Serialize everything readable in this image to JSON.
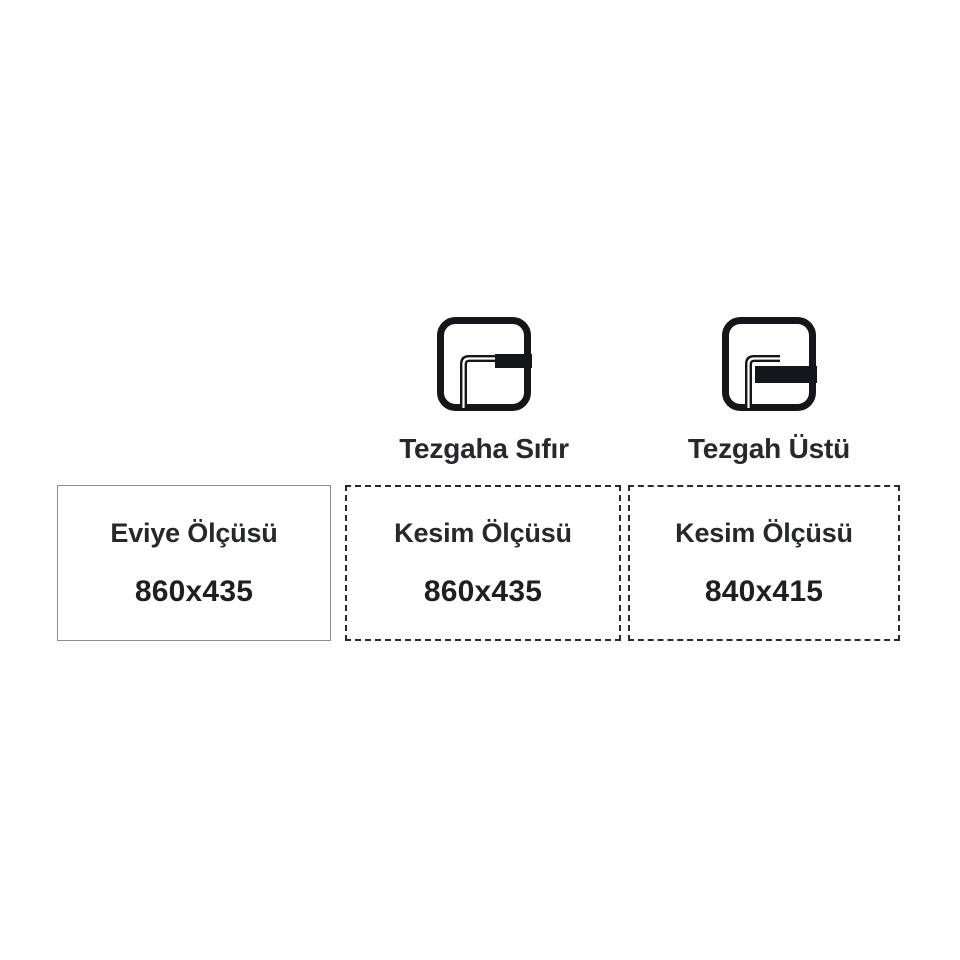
{
  "page": {
    "background_color": "#fefefe",
    "text_color": "#26282b"
  },
  "mounting_options": [
    {
      "id": "flush-mount",
      "icon_name": "flush-mount-sink-icon",
      "caption": "Tezgaha Sıfır",
      "cut_box": {
        "title": "Kesim Ölçüsü",
        "value": "860x435",
        "border_style": "dashed",
        "border_color": "#2a2a2a"
      }
    },
    {
      "id": "top-mount",
      "icon_name": "top-mount-sink-icon",
      "caption": "Tezgah Üstü",
      "cut_box": {
        "title": "Kesim Ölçüsü",
        "value": "840x415",
        "border_style": "dashed",
        "border_color": "#2a2a2a"
      }
    }
  ],
  "sink_box": {
    "title": "Eviye Ölçüsü",
    "value": "860x435",
    "border_style": "solid",
    "border_color": "#8d8d8d"
  }
}
